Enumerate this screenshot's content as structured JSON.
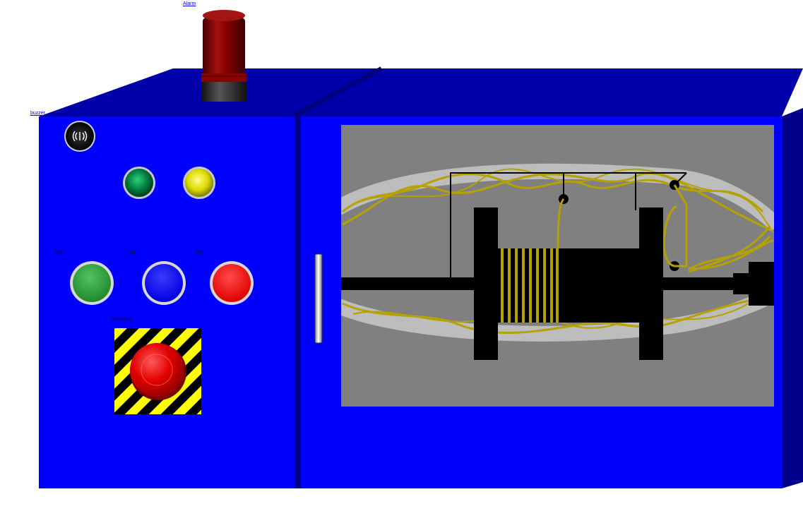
{
  "links": {
    "alarm": "Alarm",
    "buzzer": "buzzer"
  },
  "buttons": {
    "start": "Start",
    "jog": "Jog",
    "stop": "Stop",
    "emergency": "Emergency"
  },
  "colors": {
    "cabinet_front": "#0000ff",
    "cabinet_top": "#0000aa",
    "cabinet_side": "#00008b",
    "window": "#808080",
    "wire": "#b5a200",
    "lamp_green": "#007a3d",
    "lamp_yellow": "#e6e600",
    "btn_start": "#2e9e3a",
    "btn_jog": "#0000ff",
    "btn_stop": "#ff0000",
    "beacon": "#8b0000"
  },
  "icons": {
    "buzzer": "speaker-icon",
    "beacon": "alarm-beacon-icon",
    "emergency": "emergency-stop-icon"
  }
}
